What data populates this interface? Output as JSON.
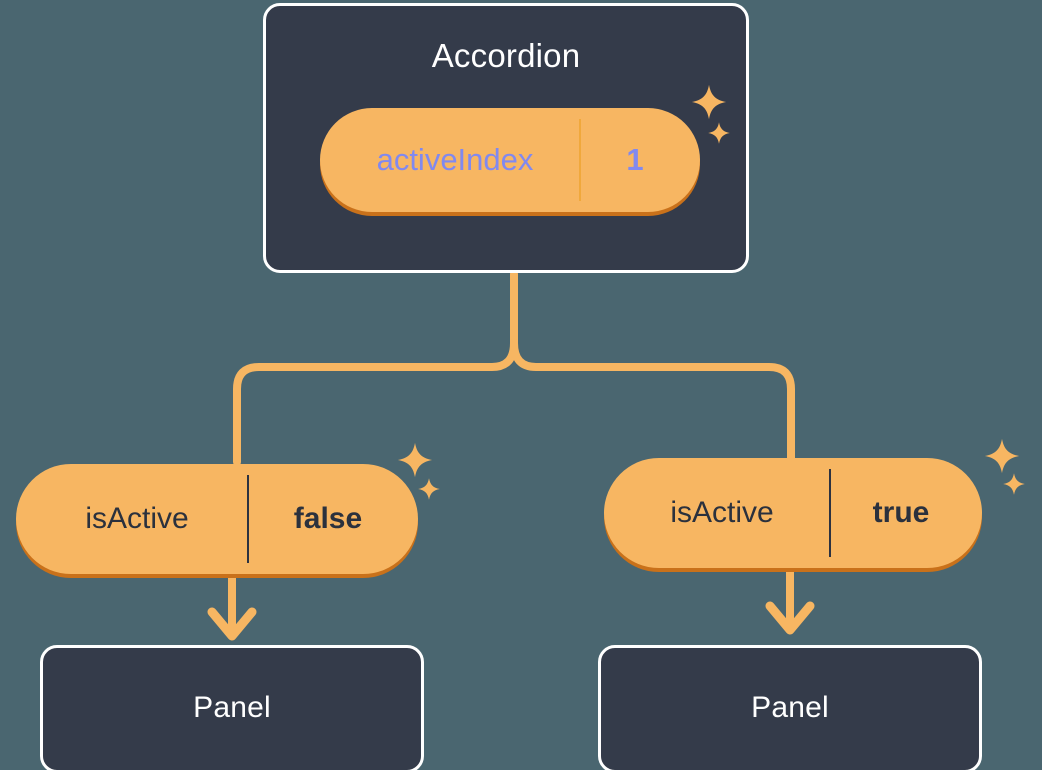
{
  "theme": {
    "background": "#4a6670",
    "card_fill": "#343b4a",
    "card_border": "#ffffff",
    "pill_ring_light": "#f7b662",
    "pill_ring_dark": "#c9711a",
    "pill_purple_fill": "#8189ef",
    "connector": "#f7b662",
    "text_light": "#ffffff",
    "text_purple": "#8189ef",
    "text_dark": "#2b313d",
    "sparkle": "#f7b662"
  },
  "diagram": {
    "type": "component-tree",
    "root": {
      "title": "Accordion",
      "state": {
        "key": "activeIndex",
        "value": "1"
      }
    },
    "children": [
      {
        "prop": {
          "key": "isActive",
          "value": "false"
        },
        "node_title": "Panel"
      },
      {
        "prop": {
          "key": "isActive",
          "value": "true"
        },
        "node_title": "Panel"
      }
    ]
  },
  "icons": {
    "sparkle_large": "sparkle-icon",
    "sparkle_small": "sparkle-icon",
    "arrow_down": "arrow-down-icon"
  }
}
